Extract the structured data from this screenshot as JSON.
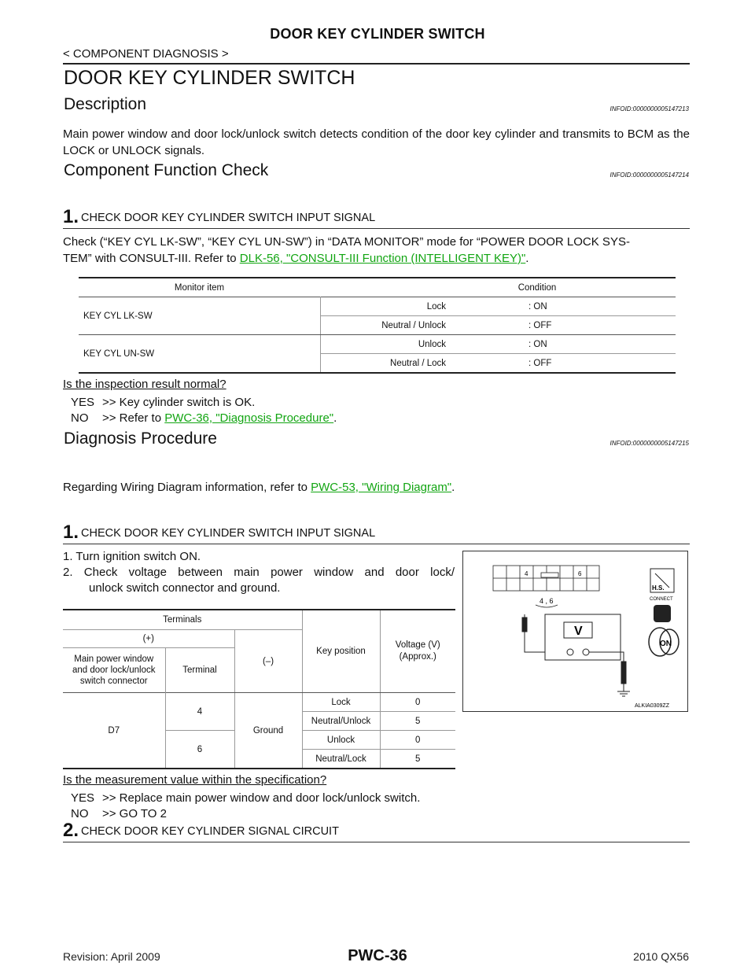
{
  "header": {
    "title": "DOOR KEY CYLINDER SWITCH",
    "breadcrumb": "< COMPONENT DIAGNOSIS >"
  },
  "page_title": "DOOR KEY CYLINDER SWITCH",
  "description": {
    "heading": "Description",
    "infoid": "INFOID:0000000005147213",
    "text": "Main power window and door lock/unlock switch detects condition of the door key cylinder and transmits to BCM as the LOCK or UNLOCK signals."
  },
  "component_check": {
    "heading": "Component Function Check",
    "infoid": "INFOID:0000000005147214",
    "step_num": "1.",
    "step_title": "CHECK DOOR KEY CYLINDER SWITCH INPUT SIGNAL",
    "text_a": "Check (“KEY CYL LK-SW”, “KEY CYL UN-SW”) in “DATA MONITOR” mode for “POWER DOOR LOCK SYS-",
    "text_b": "TEM” with CONSULT-III. Refer to ",
    "link": "DLK-56, \"CONSULT-III Function (INTELLIGENT KEY)\"",
    "text_c": ".",
    "table": {
      "col1": "Monitor item",
      "col2": "Condition",
      "rows": [
        {
          "item": "KEY CYL LK-SW",
          "c1": "Lock",
          "v1": ": ON",
          "c2": "Neutral / Unlock",
          "v2": ": OFF"
        },
        {
          "item": "KEY CYL UN-SW",
          "c1": "Unlock",
          "v1": ": ON",
          "c2": "Neutral / Lock",
          "v2": ": OFF"
        }
      ]
    },
    "question": "Is the inspection result normal?",
    "yes": "YES",
    "yes_text": ">> Key cylinder switch is OK.",
    "no": "NO",
    "no_text": ">> Refer to ",
    "no_link": "PWC-36, \"Diagnosis Procedure\"",
    "no_end": "."
  },
  "diagnosis": {
    "heading": "Diagnosis Procedure",
    "infoid": "INFOID:0000000005147215",
    "wiring_text": "Regarding Wiring Diagram information, refer to ",
    "wiring_link": "PWC-53, \"Wiring Diagram\"",
    "wiring_end": ".",
    "step1_num": "1.",
    "step1_title": "CHECK DOOR KEY CYLINDER SWITCH INPUT SIGNAL",
    "instr1": "1.  Turn ignition switch ON.",
    "instr2": "2.  Check voltage between main power window and door lock/",
    "instr2b": "unlock switch connector and ground.",
    "table": {
      "terminals": "Terminals",
      "plus": "(+)",
      "minus": "(–)",
      "key_position": "Key position",
      "voltage": "Voltage (V)",
      "approx": "(Approx.)",
      "connector_hdr1": "Main power window",
      "connector_hdr2": "and door lock/unlock",
      "connector_hdr3": "switch connector",
      "terminal_hdr": "Terminal",
      "connector": "D7",
      "ground": "Ground",
      "t1": "4",
      "t2": "6",
      "rows": [
        {
          "pos": "Lock",
          "v": "0"
        },
        {
          "pos": "Neutral/Unlock",
          "v": "5"
        },
        {
          "pos": "Unlock",
          "v": "0"
        },
        {
          "pos": "Neutral/Lock",
          "v": "5"
        }
      ]
    },
    "diagram": {
      "pin_a": "4",
      "pin_b": "6",
      "pins_label": "4 , 6",
      "meter": "V",
      "hs": "H.S.",
      "connect": "CONNECT",
      "on": "ON",
      "code": "ALKIA0309ZZ"
    },
    "question": "Is the measurement value within the specification?",
    "yes": "YES",
    "yes_text": ">> Replace main power window and door lock/unlock switch.",
    "no": "NO",
    "no_text": ">> GO TO 2",
    "step2_num": "2.",
    "step2_title": "CHECK DOOR KEY CYLINDER SIGNAL CIRCUIT"
  },
  "footer": {
    "revision": "Revision: April 2009",
    "page": "PWC-36",
    "model": "2010 QX56"
  }
}
